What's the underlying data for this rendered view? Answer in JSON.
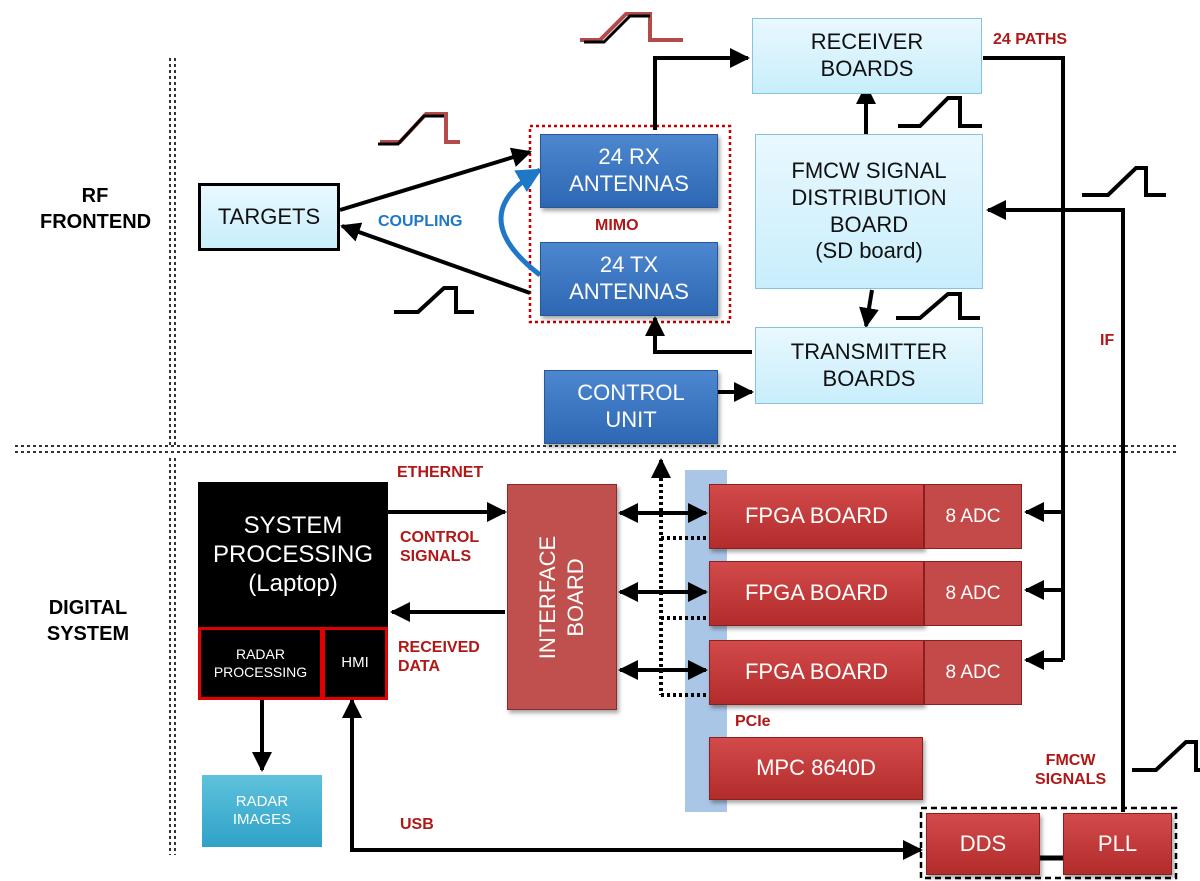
{
  "sections": {
    "rf_frontend": "RF\nFRONTEND",
    "digital_system": "DIGITAL\nSYSTEM"
  },
  "blocks": {
    "targets": "TARGETS",
    "rx_antennas": "24 RX\nANTENNAS",
    "tx_antennas": "24 TX\nANTENNAS",
    "receiver_boards": "RECEIVER\nBOARDS",
    "sd_board": "FMCW SIGNAL\nDISTRIBUTION\nBOARD\n(SD board)",
    "transmitter_boards": "TRANSMITTER\nBOARDS",
    "control_unit": "CONTROL\nUNIT",
    "system_processing": "SYSTEM\nPROCESSING\n(Laptop)",
    "radar_processing": "RADAR\nPROCESSING",
    "hmi": "HMI",
    "radar_images": "RADAR\nIMAGES",
    "interface_board": "INTERFACE\nBOARD",
    "fpga_board": [
      "FPGA BOARD",
      "FPGA BOARD",
      "FPGA BOARD"
    ],
    "adc": [
      "8 ADC",
      "8 ADC",
      "8 ADC"
    ],
    "mpc": "MPC 8640D",
    "dds": "DDS",
    "pll": "PLL"
  },
  "labels": {
    "paths": "24 PATHS",
    "coupling": "COUPLING",
    "mimo": "MIMO",
    "if": "IF",
    "ethernet": "ETHERNET",
    "control_signals": "CONTROL\nSIGNALS",
    "received_data": "RECEIVED\nDATA",
    "pcie": "PCIe",
    "fmcw_signals": "FMCW\nSIGNALS",
    "usb": "USB"
  },
  "colors": {
    "light_blue_block": "#c8eefc",
    "blue_block": "#2e67b3",
    "red_block": "#b32c2c",
    "label_red": "#b01818",
    "label_blue": "#1f77c7",
    "pcie_bus": "#aac6e6"
  }
}
